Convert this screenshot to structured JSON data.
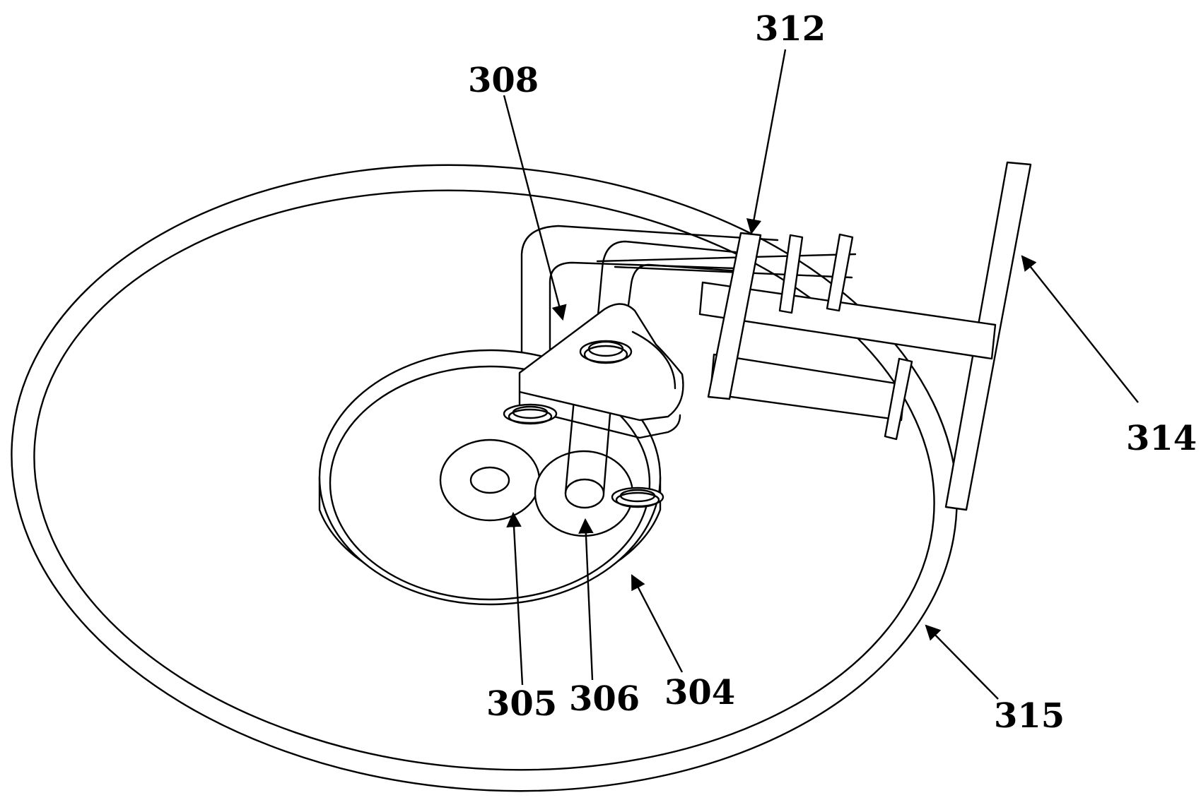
{
  "figure": {
    "callouts": [
      {
        "id": "304",
        "label": "304"
      },
      {
        "id": "305",
        "label": "305"
      },
      {
        "id": "306",
        "label": "306"
      },
      {
        "id": "308",
        "label": "308"
      },
      {
        "id": "312",
        "label": "312"
      },
      {
        "id": "314",
        "label": "314"
      },
      {
        "id": "315",
        "label": "315"
      }
    ]
  }
}
